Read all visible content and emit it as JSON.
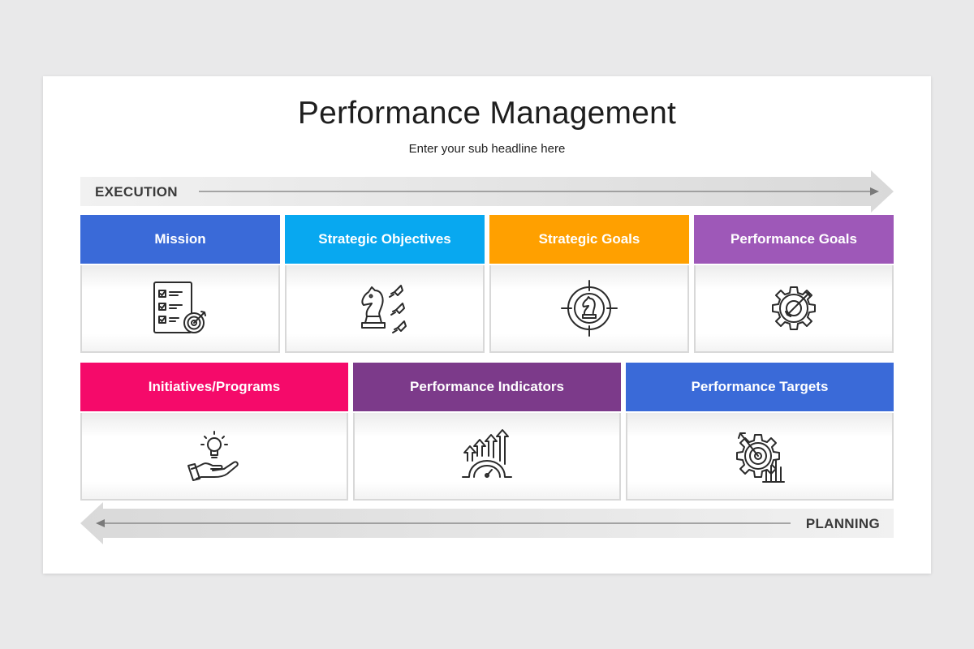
{
  "header": {
    "title": "Performance Management",
    "subtitle": "Enter your sub headline here"
  },
  "execution_band": {
    "label": "EXECUTION"
  },
  "planning_band": {
    "label": "PLANNING"
  },
  "row1": [
    {
      "label": "Mission",
      "color": "#3a6ad8",
      "icon": "checklist-target-icon"
    },
    {
      "label": "Strategic Objectives",
      "color": "#08a8f0",
      "icon": "chess-knight-rockets-icon"
    },
    {
      "label": "Strategic Goals",
      "color": "#ffa000",
      "icon": "crosshair-knight-icon"
    },
    {
      "label": "Performance Goals",
      "color": "#9e58b8",
      "icon": "gear-target-icon"
    }
  ],
  "row2": [
    {
      "label": "Initiatives/Programs",
      "color": "#f50a6a",
      "icon": "hand-lightbulb-icon"
    },
    {
      "label": "Performance Indicators",
      "color": "#7c3a8a",
      "icon": "gauge-arrows-icon"
    },
    {
      "label": "Performance Targets",
      "color": "#3a6ad8",
      "icon": "gear-target-chart-icon"
    }
  ]
}
